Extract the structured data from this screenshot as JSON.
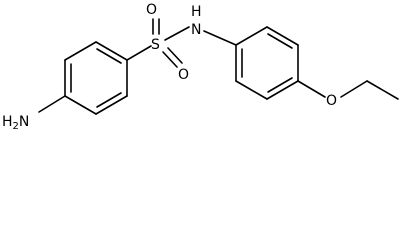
{
  "atoms": {
    "amine_h2": "H",
    "amine_h2_sub": "2",
    "amine_n": "N",
    "sulfur": "S",
    "oxygen_top": "O",
    "oxygen_bottom": "O",
    "nh_n": "N",
    "nh_h": "H",
    "ether_o": "O"
  },
  "colors": {
    "bond": "#000000",
    "label": "#000000",
    "background": "#ffffff"
  }
}
